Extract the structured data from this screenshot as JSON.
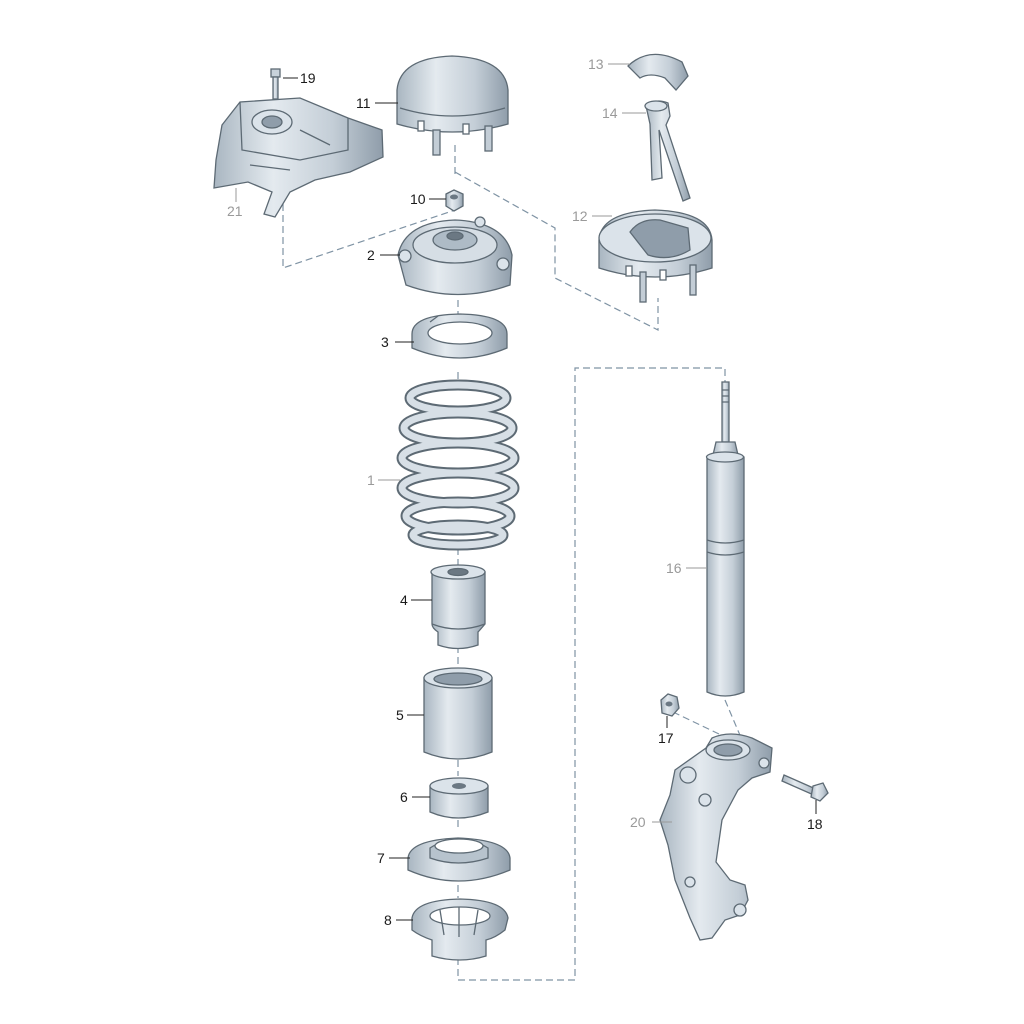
{
  "diagram": {
    "parts": [
      {
        "key": "p1",
        "label": "1",
        "tone": "grey"
      },
      {
        "key": "p2",
        "label": "2",
        "tone": "dark"
      },
      {
        "key": "p3",
        "label": "3",
        "tone": "dark"
      },
      {
        "key": "p4",
        "label": "4",
        "tone": "dark"
      },
      {
        "key": "p5",
        "label": "5",
        "tone": "dark"
      },
      {
        "key": "p6",
        "label": "6",
        "tone": "dark"
      },
      {
        "key": "p7",
        "label": "7",
        "tone": "dark"
      },
      {
        "key": "p8",
        "label": "8",
        "tone": "dark"
      },
      {
        "key": "p10",
        "label": "10",
        "tone": "dark"
      },
      {
        "key": "p11",
        "label": "11",
        "tone": "dark"
      },
      {
        "key": "p12",
        "label": "12",
        "tone": "grey"
      },
      {
        "key": "p13",
        "label": "13",
        "tone": "grey"
      },
      {
        "key": "p14",
        "label": "14",
        "tone": "grey"
      },
      {
        "key": "p16",
        "label": "16",
        "tone": "grey"
      },
      {
        "key": "p17",
        "label": "17",
        "tone": "dark"
      },
      {
        "key": "p18",
        "label": "18",
        "tone": "dark"
      },
      {
        "key": "p19",
        "label": "19",
        "tone": "dark"
      },
      {
        "key": "p20",
        "label": "20",
        "tone": "grey"
      },
      {
        "key": "p21",
        "label": "21",
        "tone": "grey"
      }
    ],
    "colors": {
      "part_fill": "#cfd8e0",
      "part_shadow": "#9aa8b4",
      "part_outline": "#5d6a74",
      "dash_line": "#7f93a4",
      "label_dark": "#1a1a1a",
      "label_grey": "#9a9a9a"
    }
  }
}
